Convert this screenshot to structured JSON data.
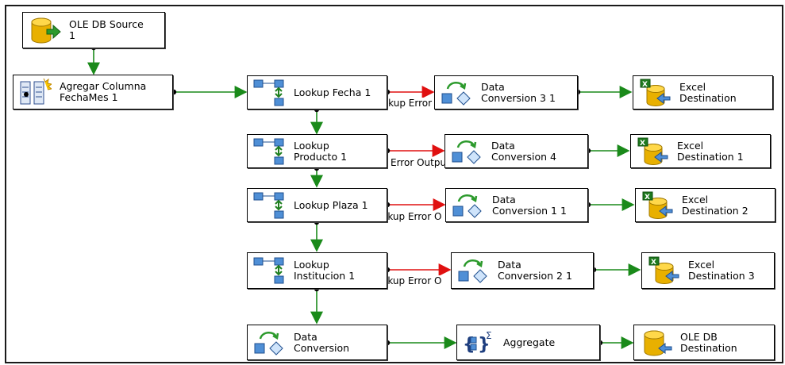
{
  "nodes": {
    "ole_source": "OLE DB Source\n1",
    "agregar": "Agregar Columna\nFechaMes 1",
    "lookup_fecha": "Lookup Fecha 1",
    "lookup_producto": "Lookup\nProducto 1",
    "lookup_plaza": "Lookup Plaza 1",
    "lookup_institucion": "Lookup\nInstitucion 1",
    "dc_main": "Data\nConversion",
    "dc_3_1": "Data\nConversion 3 1",
    "dc_4": "Data\nConversion 4",
    "dc_1_1": "Data\nConversion 1 1",
    "dc_2_1": "Data\nConversion 2 1",
    "aggregate": "Aggregate",
    "excel_dest": "Excel\nDestination",
    "excel_dest_1": "Excel\nDestination 1",
    "excel_dest_2": "Excel\nDestination 2",
    "excel_dest_3": "Excel\nDestination 3",
    "ole_dest": "OLE DB\nDestination"
  },
  "error_labels": {
    "fecha": "Lookup Error Output",
    "producto": "Error Outpu",
    "plaza": "okup Error O",
    "institucion": "okup Error O"
  },
  "colors": {
    "success_path": "#1a8a1a",
    "error_path": "#e01010"
  }
}
